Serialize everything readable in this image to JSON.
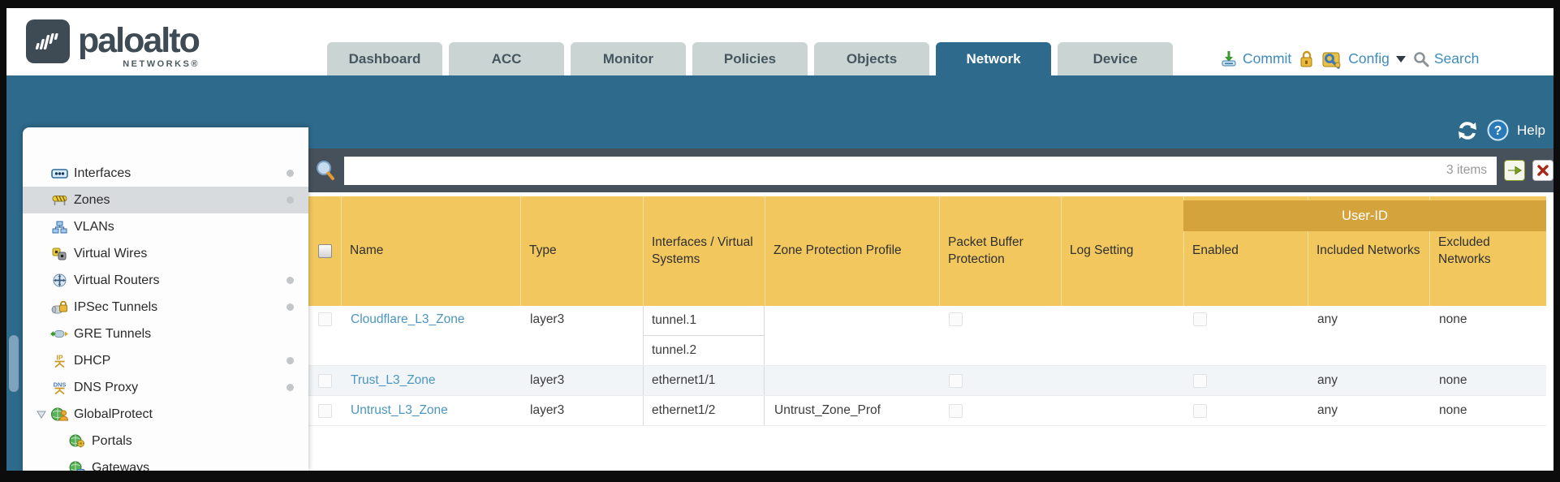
{
  "brand": {
    "name": "paloalto",
    "subtitle": "NETWORKS®"
  },
  "tabs": [
    {
      "label": "Dashboard"
    },
    {
      "label": "ACC"
    },
    {
      "label": "Monitor"
    },
    {
      "label": "Policies"
    },
    {
      "label": "Objects"
    },
    {
      "label": "Network",
      "active": true
    },
    {
      "label": "Device"
    }
  ],
  "top_actions": {
    "commit": "Commit",
    "config": "Config",
    "search": "Search"
  },
  "band": {
    "help": "Help"
  },
  "sidebar": {
    "items": [
      {
        "label": "Interfaces"
      },
      {
        "label": "Zones",
        "selected": true
      },
      {
        "label": "VLANs"
      },
      {
        "label": "Virtual Wires"
      },
      {
        "label": "Virtual Routers"
      },
      {
        "label": "IPSec Tunnels"
      },
      {
        "label": "GRE Tunnels"
      },
      {
        "label": "DHCP"
      },
      {
        "label": "DNS Proxy"
      },
      {
        "label": "GlobalProtect"
      },
      {
        "label": "Portals"
      },
      {
        "label": "Gateways"
      }
    ]
  },
  "filter": {
    "query": "",
    "count": "3 items"
  },
  "table": {
    "group_header": "User-ID",
    "columns": [
      "Name",
      "Type",
      "Interfaces / Virtual Systems",
      "Zone Protection Profile",
      "Packet Buffer Protection",
      "Log Setting",
      "Enabled",
      "Included Networks",
      "Excluded Networks"
    ],
    "rows": [
      {
        "name": "Cloudflare_L3_Zone",
        "type": "layer3",
        "interfaces": [
          "tunnel.1",
          "tunnel.2"
        ],
        "zone_protection_profile": "",
        "log_setting": "",
        "included_networks": "any",
        "excluded_networks": "none"
      },
      {
        "name": "Trust_L3_Zone",
        "type": "layer3",
        "interfaces": [
          "ethernet1/1"
        ],
        "zone_protection_profile": "",
        "log_setting": "",
        "included_networks": "any",
        "excluded_networks": "none"
      },
      {
        "name": "Untrust_L3_Zone",
        "type": "layer3",
        "interfaces": [
          "ethernet1/2"
        ],
        "zone_protection_profile": "Untrust_Zone_Prof",
        "log_setting": "",
        "included_networks": "any",
        "excluded_networks": "none"
      }
    ]
  },
  "colors": {
    "teal": "#2e6a8b",
    "header_orange": "#f1c75e",
    "user_id_band": "#d5a33c",
    "filter_bar": "#46515b",
    "link_blue": "#3e8cbe",
    "zone_link": "#4b96c1"
  }
}
